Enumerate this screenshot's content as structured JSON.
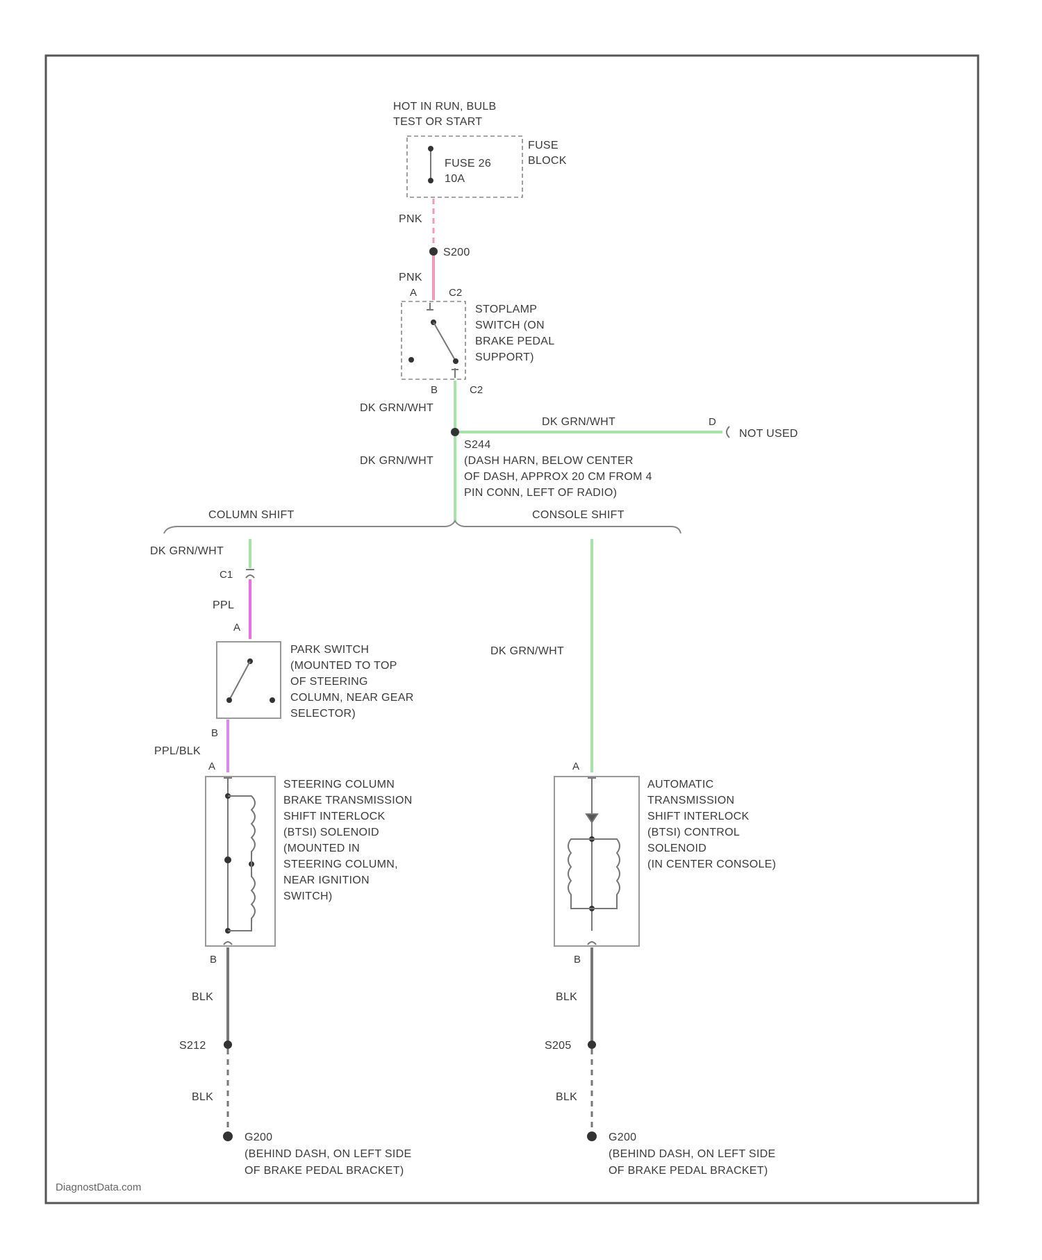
{
  "labels": {
    "power_source": [
      "HOT IN RUN, BULB",
      "TEST OR START"
    ],
    "fuse_box": "FUSE BLOCK",
    "fuse_box_lines": [
      "FUSE",
      "BLOCK"
    ],
    "fuse": [
      "FUSE 26",
      "10A"
    ],
    "wire_pnk_upper": "PNK",
    "wire_pnk_lower": "PNK",
    "splice_s200": "S200",
    "stoplamp_pin_a": "A",
    "stoplamp_conn_c2_top": "C2",
    "stoplamp_switch": [
      "STOPLAMP",
      "SWITCH (ON",
      "BRAKE PEDAL",
      "SUPPORT)"
    ],
    "stoplamp_pin_b": "B",
    "stoplamp_conn_c2_bottom": "C2",
    "wire_dk_grn_wht_1": "DK GRN/WHT",
    "wire_dk_grn_wht_branch": "DK GRN/WHT",
    "not_used_pin": "D",
    "not_used": "NOT USED",
    "splice_s244": [
      "S244",
      "(DASH HARN, BELOW CENTER",
      "OF DASH, APPROX 20 CM FROM 4",
      "PIN CONN, LEFT OF RADIO)"
    ],
    "wire_dk_grn_wht_2": "DK GRN/WHT",
    "column_shift": "COLUMN SHIFT",
    "console_shift": "CONSOLE SHIFT",
    "wire_dk_grn_wht_left": "DK GRN/WHT",
    "conn_c1": "C1",
    "wire_ppl": "PPL",
    "park_pin_a": "A",
    "park_switch": [
      "PARK SWITCH",
      "(MOUNTED TO TOP",
      "OF STEERING",
      "COLUMN, NEAR GEAR",
      "SELECTOR)"
    ],
    "park_pin_b": "B",
    "wire_ppl_blk": "PPL/BLK",
    "solenoid_left_pin_a": "A",
    "solenoid_left": [
      "STEERING COLUMN",
      "BRAKE TRANSMISSION",
      "SHIFT INTERLOCK",
      "(BTSI) SOLENOID",
      "(MOUNTED IN",
      "STEERING COLUMN,",
      "NEAR IGNITION",
      "SWITCH)"
    ],
    "solenoid_left_pin_b": "B",
    "wire_dk_grn_wht_right": "DK GRN/WHT",
    "solenoid_right_pin_a": "A",
    "solenoid_right": [
      "AUTOMATIC",
      "TRANSMISSION",
      "SHIFT INTERLOCK",
      "(BTSI) CONTROL",
      "SOLENOID",
      "(IN CENTER CONSOLE)"
    ],
    "solenoid_right_pin_b": "B",
    "wire_blk_left_1": "BLK",
    "splice_s212": "S212",
    "wire_blk_left_2": "BLK",
    "ground_left": [
      "G200",
      "(BEHIND DASH, ON LEFT SIDE",
      "OF BRAKE PEDAL BRACKET)"
    ],
    "wire_blk_right_1": "BLK",
    "splice_s205": "S205",
    "wire_blk_right_2": "BLK",
    "ground_right": [
      "G200",
      "(BEHIND DASH, ON LEFT SIDE",
      "OF BRAKE PEDAL BRACKET)"
    ],
    "watermark": "DiagnostData.com"
  },
  "wire_colors": {
    "dk_grn_wht": "#a6e3a6",
    "pnk": "#f39ab8",
    "ppl": "#ee6fe3",
    "ppl_blk": "#dd88ee",
    "blk": "#777777"
  }
}
